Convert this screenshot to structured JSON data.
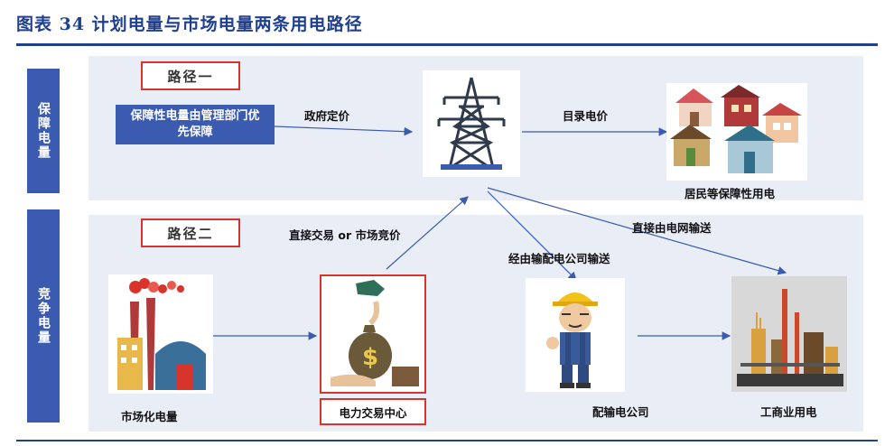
{
  "title": "图表 34   计划电量与市场电量两条用电路径",
  "sides": {
    "top": "保障电量",
    "bottom": "竞争电量"
  },
  "paths": {
    "one": "路径一",
    "two": "路径二"
  },
  "guarantee_box": "保障性电量由管理部门优先保障",
  "edges": {
    "gov_price": "政府定价",
    "catalog_price": "目录电价",
    "direct_trade": "直接交易 or 市场竞价",
    "via_dist": "经由输配电公司输送",
    "via_grid": "直接由电网输送"
  },
  "nodes": {
    "residents": "居民等保障性用电",
    "market_power": "市场化电量",
    "trade_center": "电力交易中心",
    "dist_company": "配输电公司",
    "industrial": "工商业用电"
  }
}
